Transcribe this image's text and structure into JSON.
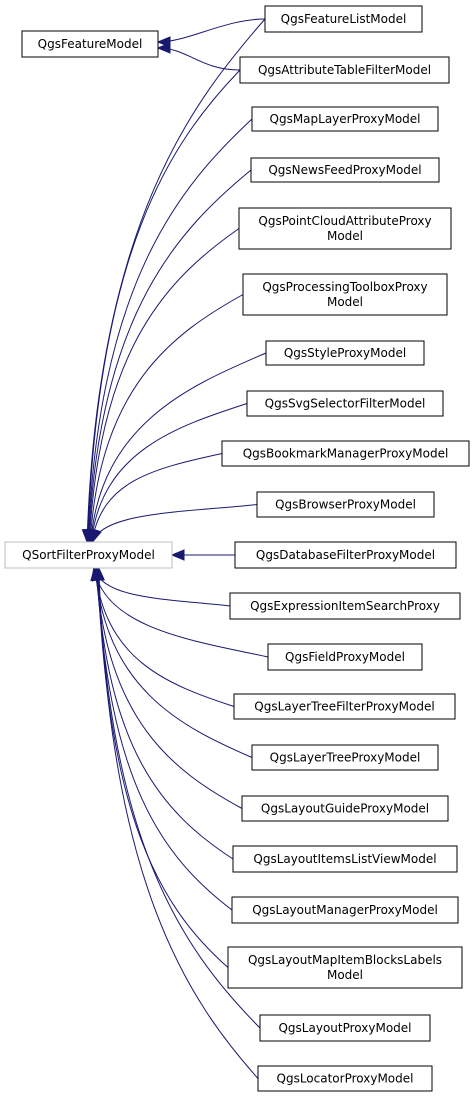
{
  "diagram": {
    "base_classes": [
      {
        "id": "qsortfilterproxymodel",
        "label": [
          "QSortFilterProxyModel"
        ],
        "style": "external"
      },
      {
        "id": "qgsfeaturemodel",
        "label": [
          "QgsFeatureModel"
        ],
        "style": "normal"
      }
    ],
    "derived_classes": [
      {
        "id": "qgsfeaturelistmodel",
        "label": [
          "QgsFeatureListModel"
        ],
        "parents": [
          "qgsfeaturemodel",
          "qsortfilterproxymodel"
        ]
      },
      {
        "id": "qgsattributetablefiltermodel",
        "label": [
          "QgsAttributeTableFilterModel"
        ],
        "parents": [
          "qgsfeaturemodel",
          "qsortfilterproxymodel"
        ]
      },
      {
        "id": "qgsmaplayerproxymodel",
        "label": [
          "QgsMapLayerProxyModel"
        ],
        "parents": [
          "qsortfilterproxymodel"
        ]
      },
      {
        "id": "qgsnewsfeedproxymodel",
        "label": [
          "QgsNewsFeedProxyModel"
        ],
        "parents": [
          "qsortfilterproxymodel"
        ]
      },
      {
        "id": "qgspointcloudattributeproxymodel",
        "label": [
          "QgsPointCloudAttributeProxy",
          "Model"
        ],
        "parents": [
          "qsortfilterproxymodel"
        ]
      },
      {
        "id": "qgsprocessingtoolboxproxymodel",
        "label": [
          "QgsProcessingToolboxProxy",
          "Model"
        ],
        "parents": [
          "qsortfilterproxymodel"
        ]
      },
      {
        "id": "qgsstyleproxymodel",
        "label": [
          "QgsStyleProxyModel"
        ],
        "parents": [
          "qsortfilterproxymodel"
        ]
      },
      {
        "id": "qgssvgselectorfiltermodel",
        "label": [
          "QgsSvgSelectorFilterModel"
        ],
        "parents": [
          "qsortfilterproxymodel"
        ]
      },
      {
        "id": "qgsbookmarkmanagerproxymodel",
        "label": [
          "QgsBookmarkManagerProxyModel"
        ],
        "parents": [
          "qsortfilterproxymodel"
        ]
      },
      {
        "id": "qgsbrowserproxymodel",
        "label": [
          "QgsBrowserProxyModel"
        ],
        "parents": [
          "qsortfilterproxymodel"
        ]
      },
      {
        "id": "qgsdatabasefilterproxymodel",
        "label": [
          "QgsDatabaseFilterProxyModel"
        ],
        "parents": [
          "qsortfilterproxymodel"
        ]
      },
      {
        "id": "qgsexpressionitemsearchproxy",
        "label": [
          "QgsExpressionItemSearchProxy"
        ],
        "parents": [
          "qsortfilterproxymodel"
        ]
      },
      {
        "id": "qgsfieldproxymodel",
        "label": [
          "QgsFieldProxyModel"
        ],
        "parents": [
          "qsortfilterproxymodel"
        ]
      },
      {
        "id": "qgslayertreefilterproxymodel",
        "label": [
          "QgsLayerTreeFilterProxyModel"
        ],
        "parents": [
          "qsortfilterproxymodel"
        ]
      },
      {
        "id": "qgslayertreeproxymodel",
        "label": [
          "QgsLayerTreeProxyModel"
        ],
        "parents": [
          "qsortfilterproxymodel"
        ]
      },
      {
        "id": "qgslayoutguideproxymodel",
        "label": [
          "QgsLayoutGuideProxyModel"
        ],
        "parents": [
          "qsortfilterproxymodel"
        ]
      },
      {
        "id": "qgslayoutitemslistviewmodel",
        "label": [
          "QgsLayoutItemsListViewModel"
        ],
        "parents": [
          "qsortfilterproxymodel"
        ]
      },
      {
        "id": "qgslayoutmanagerproxymodel",
        "label": [
          "QgsLayoutManagerProxyModel"
        ],
        "parents": [
          "qsortfilterproxymodel"
        ]
      },
      {
        "id": "qgslayoutmapitemblockslabelsmodel",
        "label": [
          "QgsLayoutMapItemBlocksLabels",
          "Model"
        ],
        "parents": [
          "qsortfilterproxymodel"
        ]
      },
      {
        "id": "qgslayoutproxymodel",
        "label": [
          "QgsLayoutProxyModel"
        ],
        "parents": [
          "qsortfilterproxymodel"
        ]
      },
      {
        "id": "qgslocatorproxymodel",
        "label": [
          "QgsLocatorProxyModel"
        ],
        "parents": [
          "qsortfilterproxymodel"
        ]
      }
    ],
    "colors": {
      "edge": "#191970",
      "node_border": "#000000",
      "external_border": "#bfbfbf",
      "node_fill": "#ffffff",
      "text": "#000000"
    }
  }
}
